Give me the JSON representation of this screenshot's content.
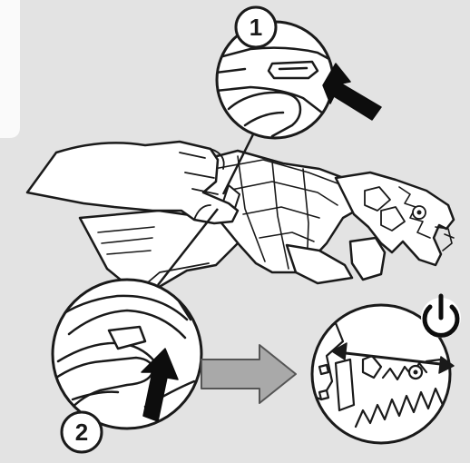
{
  "illustration": {
    "steps": [
      {
        "number": "1",
        "action": "press-button"
      },
      {
        "number": "2",
        "action": "squeeze-trigger"
      }
    ],
    "result": {
      "icon": "power-icon",
      "motion": "double-arrow-icon"
    },
    "colors": {
      "background": "#e3e3e3",
      "line": "#1a1a1a",
      "fill": "#ffffff",
      "arrow_gray": "#a9a9a9",
      "callout_white": "#ffffff"
    }
  }
}
